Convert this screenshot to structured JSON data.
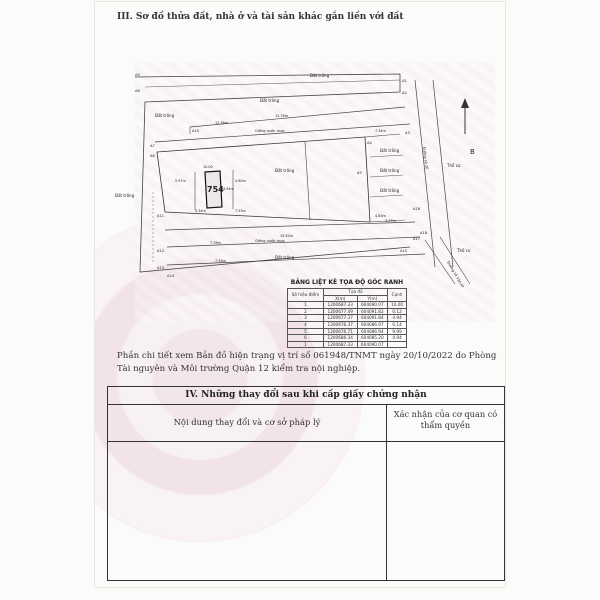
{
  "section3": {
    "title": "III. Sơ đồ thửa đất, nhà ở và tài sản khác gắn liền với đất"
  },
  "map": {
    "parcel_number": "754",
    "labels": {
      "dat_trong": "Đất trống",
      "gieng_nuoc_mua": "Giếng nước mưa",
      "thu_dai": "Thổ cư",
      "point_b": "B",
      "duong": "Đường số 26",
      "xa_lo": "Đường Lê Văn Khương"
    },
    "points": [
      "A1",
      "A2",
      "A3",
      "A4",
      "A5",
      "A6",
      "A7",
      "A8",
      "A9",
      "A10",
      "A11",
      "A12",
      "A13",
      "A14",
      "A15",
      "A16",
      "A17",
      "A18"
    ],
    "dims": [
      "15.76m",
      "12.36m",
      "10.00",
      "4.94m",
      "5.97m",
      "4.80m",
      "4.34m",
      "7.53m",
      "3.17m",
      "15.52m",
      "7.79m",
      "7.34m",
      "4.83m",
      "7.33m"
    ]
  },
  "coord_table": {
    "title": "BẢNG LIỆT KÊ TỌA ĐỘ GÓC RANH",
    "header_group": "Tọa độ",
    "headers": [
      "Số hiệu điểm",
      "X(m)",
      "Y(m)",
      "Cạnh"
    ],
    "rows": [
      [
        "1",
        "1200687.33",
        "604090.07",
        "10.00"
      ],
      [
        "2",
        "1200677.49",
        "604091.82",
        "0.12"
      ],
      [
        "3",
        "1200677.37",
        "604091.84",
        "4.94"
      ],
      [
        "4",
        "1200676.37",
        "604086.97",
        "0.14"
      ],
      [
        "5",
        "1200676.71",
        "604086.94",
        "9.99"
      ],
      [
        "6",
        "1200686.34",
        "604085.20",
        "4.94"
      ],
      [
        "1",
        "1200687.33",
        "604090.07",
        ""
      ]
    ]
  },
  "note": {
    "text": "Phần chi tiết xem Bản đồ hiện trạng vị trí số 061948/TNMT ngày 20/10/2022 do Phòng Tài nguyên và Môi trường Quận 12 kiểm tra nội nghiệp."
  },
  "section4": {
    "title": "IV. Những thay đổi sau khi cấp giấy chứng nhận",
    "col1": "Nội dung thay đổi và cơ sở pháp lý",
    "col2": "Xác nhận của cơ quan có thẩm quyền"
  }
}
